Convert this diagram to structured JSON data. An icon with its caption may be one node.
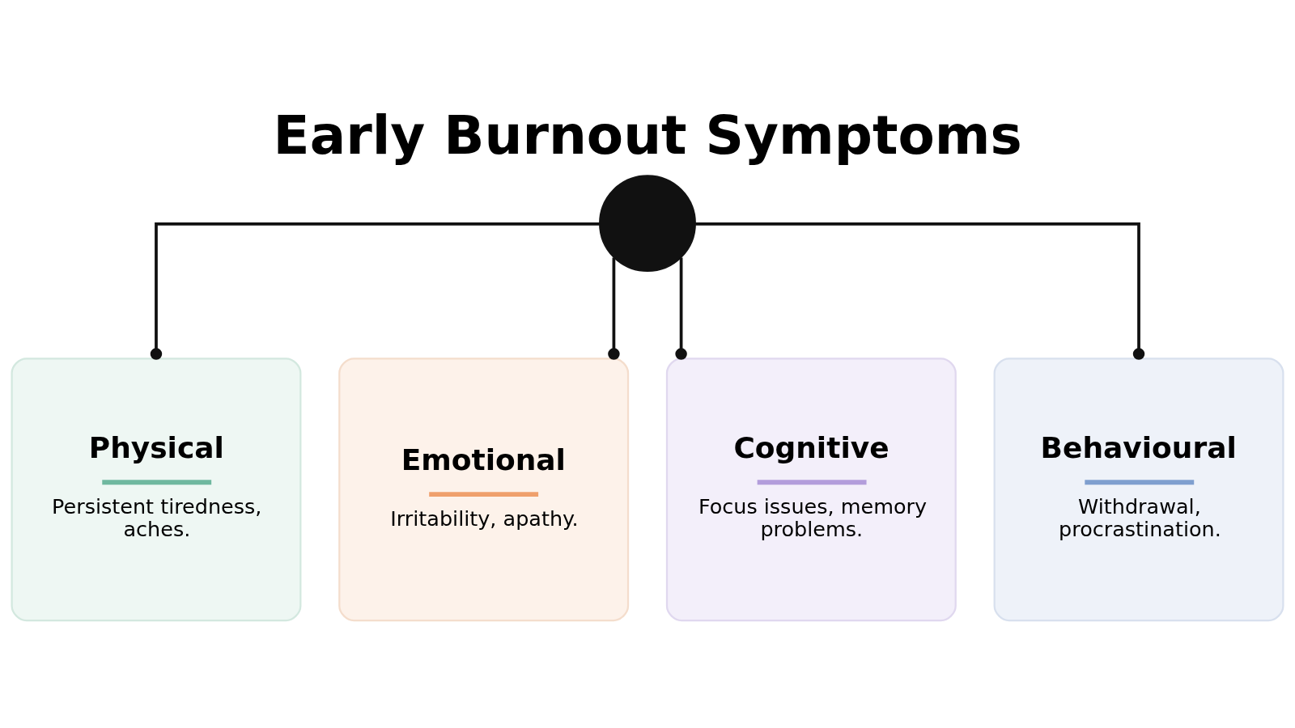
{
  "diagram": {
    "title": "Early Burnout Symptoms",
    "nodes": [
      {
        "text": [],
        "shape": "circle"
      },
      {
        "text": [
          "Physical",
          "Persistent tiredness, aches."
        ]
      },
      {
        "text": [
          "Emotional",
          "Irritability, apathy."
        ]
      },
      {
        "text": [
          "Cognitive",
          "Focus issues, memory problems."
        ]
      },
      {
        "text": [
          "Behavioural",
          "Withdrawal, procrastination."
        ]
      }
    ],
    "edges": [
      {
        "from": 0,
        "to": 1,
        "arrow": "other"
      },
      {
        "from": 0,
        "to": 2,
        "arrow": "other"
      },
      {
        "from": 0,
        "to": 3,
        "arrow": "other"
      },
      {
        "from": 0,
        "to": 4,
        "arrow": "other"
      }
    ]
  }
}
